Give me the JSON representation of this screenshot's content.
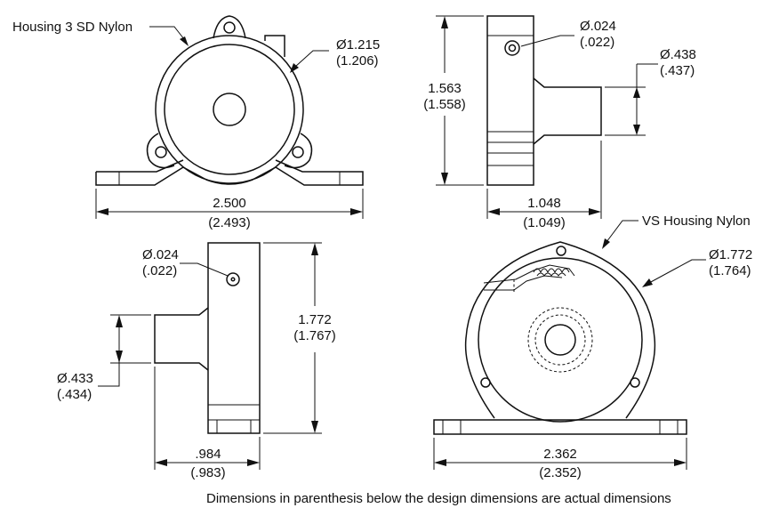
{
  "views": {
    "front_3sd": {
      "callout": "Housing 3 SD Nylon",
      "dia_design": "Ø1.215",
      "dia_actual": "(1.206)",
      "width_design": "2.500",
      "width_actual": "(2.493)"
    },
    "side_3sd": {
      "hole_design": "Ø.024",
      "hole_actual": "(.022)",
      "height_design": "1.563",
      "height_actual": "(1.558)",
      "boss_design": "Ø.438",
      "boss_actual": "(.437)",
      "depth_design": "1.048",
      "depth_actual": "(1.049)"
    },
    "side_vs": {
      "hole_design": "Ø.024",
      "hole_actual": "(.022)",
      "height_design": "1.772",
      "height_actual": "(1.767)",
      "boss_design": "Ø.433",
      "boss_actual": "(.434)",
      "depth_design": ".984",
      "depth_actual": "(.983)"
    },
    "front_vs": {
      "callout": "VS Housing Nylon",
      "dia_design": "Ø1.772",
      "dia_actual": "(1.764)",
      "width_design": "2.362",
      "width_actual": "(2.352)"
    }
  },
  "footnote": "Dimensions in parenthesis below the design dimensions are actual dimensions"
}
